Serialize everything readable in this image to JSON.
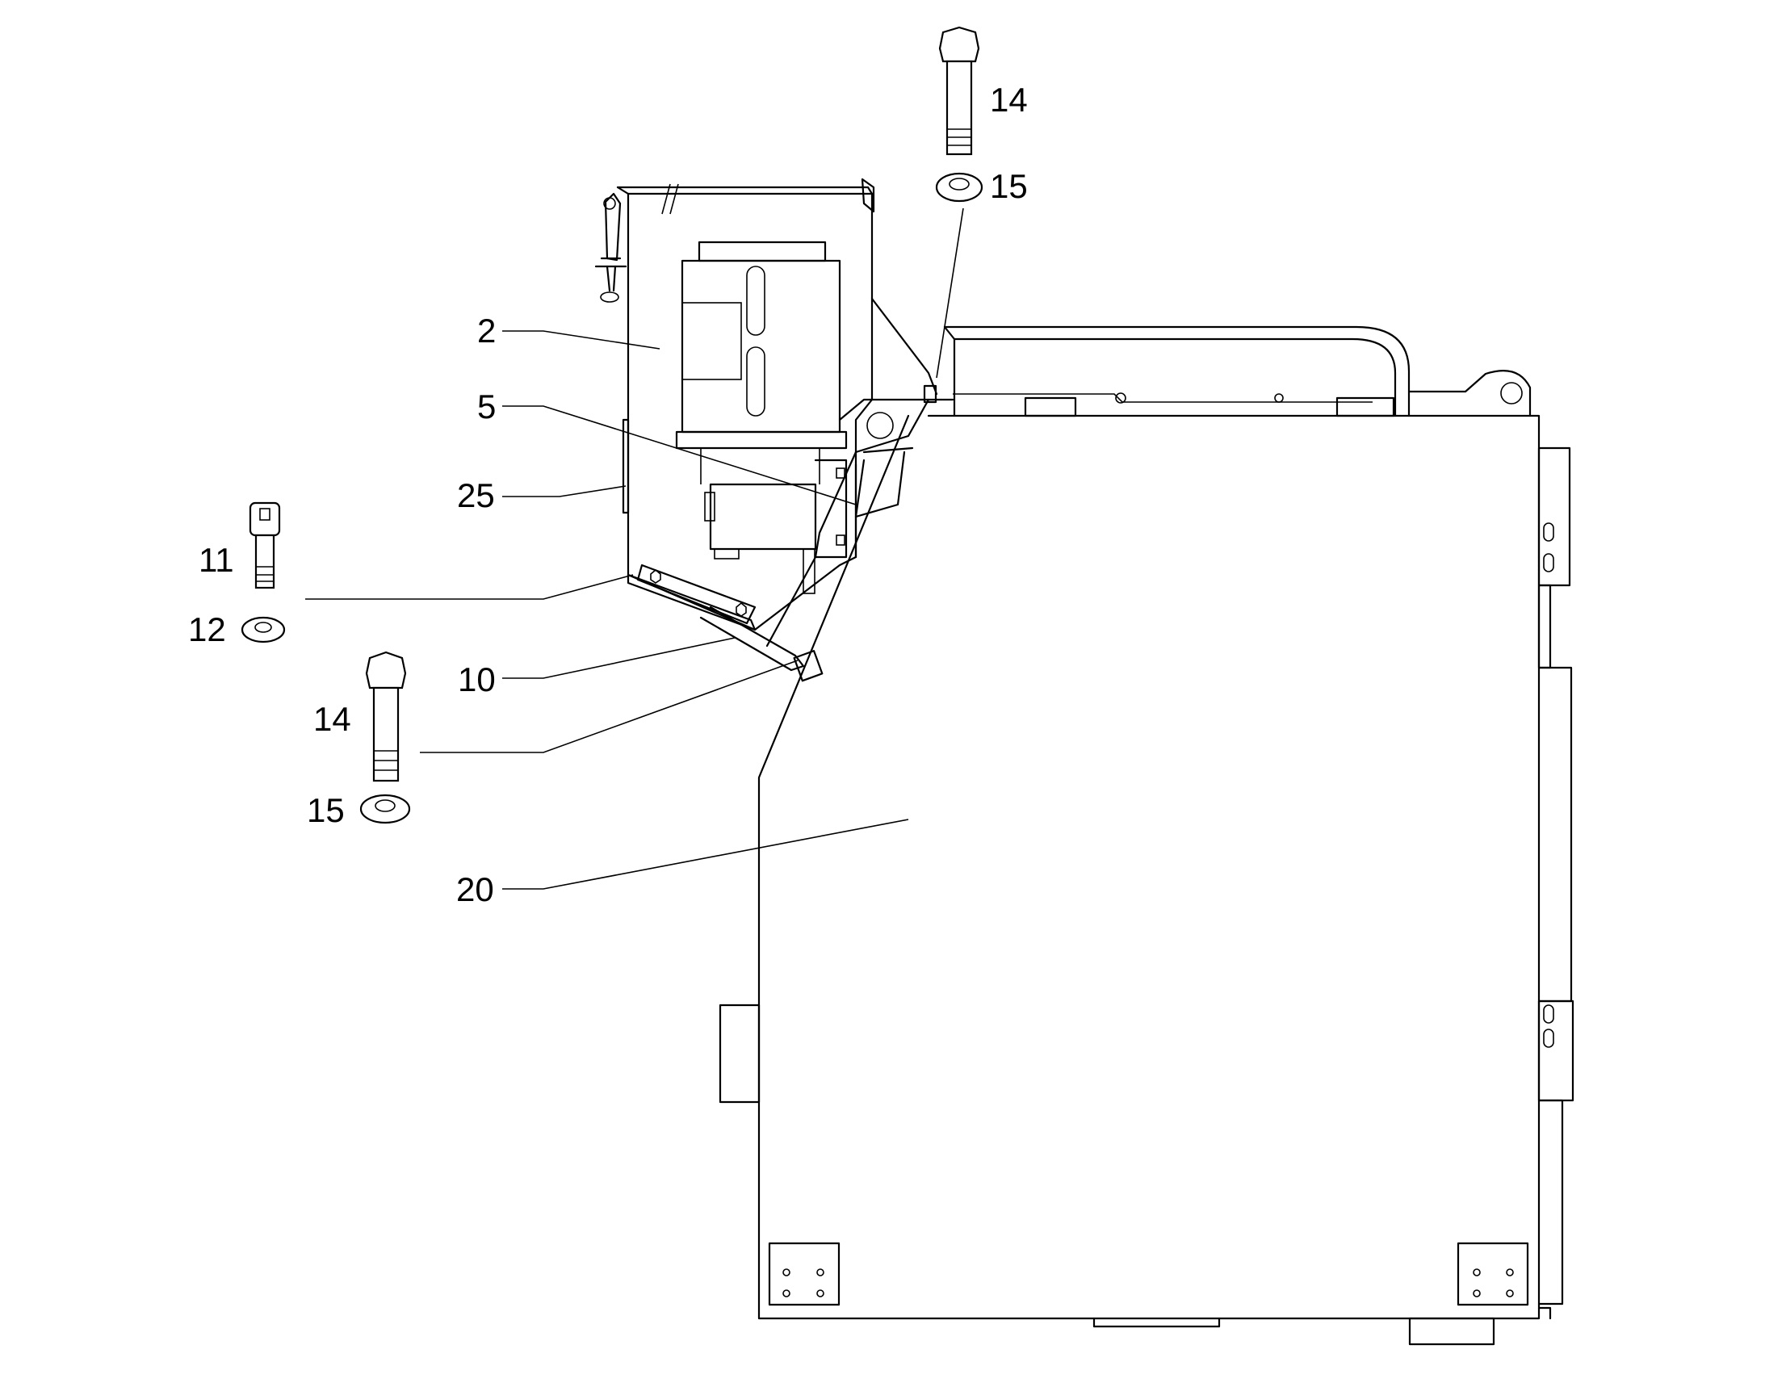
{
  "labels": {
    "part_2": "2",
    "part_5": "5",
    "part_25": "25",
    "part_11": "11",
    "part_12": "12",
    "part_10": "10",
    "part_14_left": "14",
    "part_15_left": "15",
    "part_20": "20",
    "part_14_top": "14",
    "part_15_top": "15"
  },
  "colors": {
    "line": "#000000",
    "background": "#ffffff"
  }
}
